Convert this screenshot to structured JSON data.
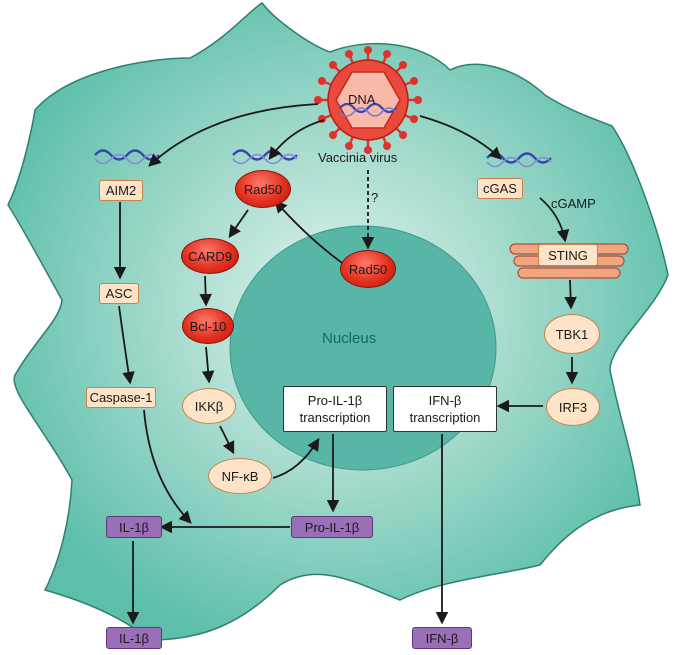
{
  "colors": {
    "cell_fill": "#62c2ae",
    "cell_inner": "#d6f0ea",
    "nucleus_fill": "#58b6a6",
    "virus_red": "#e0322a",
    "box_fill": "#fde3c8",
    "box_border": "#c9834a",
    "purple": "#9b6fb8",
    "dna_blue": "#3a44b0"
  },
  "virus": {
    "core_label": "DNA",
    "name_label": "Vaccinia virus"
  },
  "question_mark": "?",
  "nucleus_label": "Nucleus",
  "nodes": {
    "aim2": "AIM2",
    "asc": "ASC",
    "caspase1": "Caspase-1",
    "rad50_cyto": "Rad50",
    "card9": "CARD9",
    "bcl10": "Bcl-10",
    "ikkb": "IKKβ",
    "nfkb": "NF-κB",
    "rad50_nuc": "Rad50",
    "cgas": "cGAS",
    "cgamp": "cGAMP",
    "sting": "STING",
    "tbk1": "TBK1",
    "irf3": "IRF3",
    "il1b_cyto": "IL-1β",
    "il1b_out": "IL-1β",
    "pro_il1b": "Pro-IL-1β",
    "ifnb_out": "IFN-β"
  },
  "pro_il1b_transcription": {
    "line1": "Pro-IL-1β",
    "line2": "transcription"
  },
  "ifnb_transcription": {
    "line1": "IFN-β",
    "line2": "transcription"
  }
}
